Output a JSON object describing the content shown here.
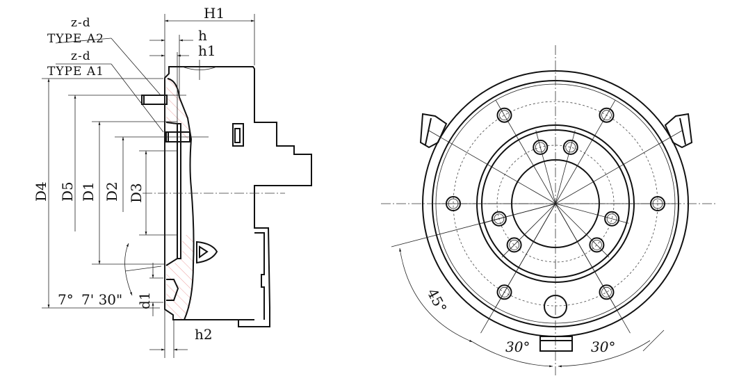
{
  "side_view": {
    "labels": {
      "H1": "H1",
      "h": "h",
      "h1": "h1",
      "h2": "h2",
      "zd_a2": "z-d",
      "type_a2": "TYPE A2",
      "zd_a1": "z-d",
      "type_a1": "TYPE A1",
      "D4": "D4",
      "D5": "D5",
      "D1": "D1",
      "D2": "D2",
      "D3": "D3",
      "d1": "d1",
      "angle1": "7°",
      "angle2": "7' 30\""
    }
  },
  "front_view": {
    "labels": {
      "angle45": "45°",
      "angle30_left": "30°",
      "angle30_right": "30°"
    }
  },
  "colors": {
    "line": "#111111",
    "hatch": "#e05050"
  }
}
